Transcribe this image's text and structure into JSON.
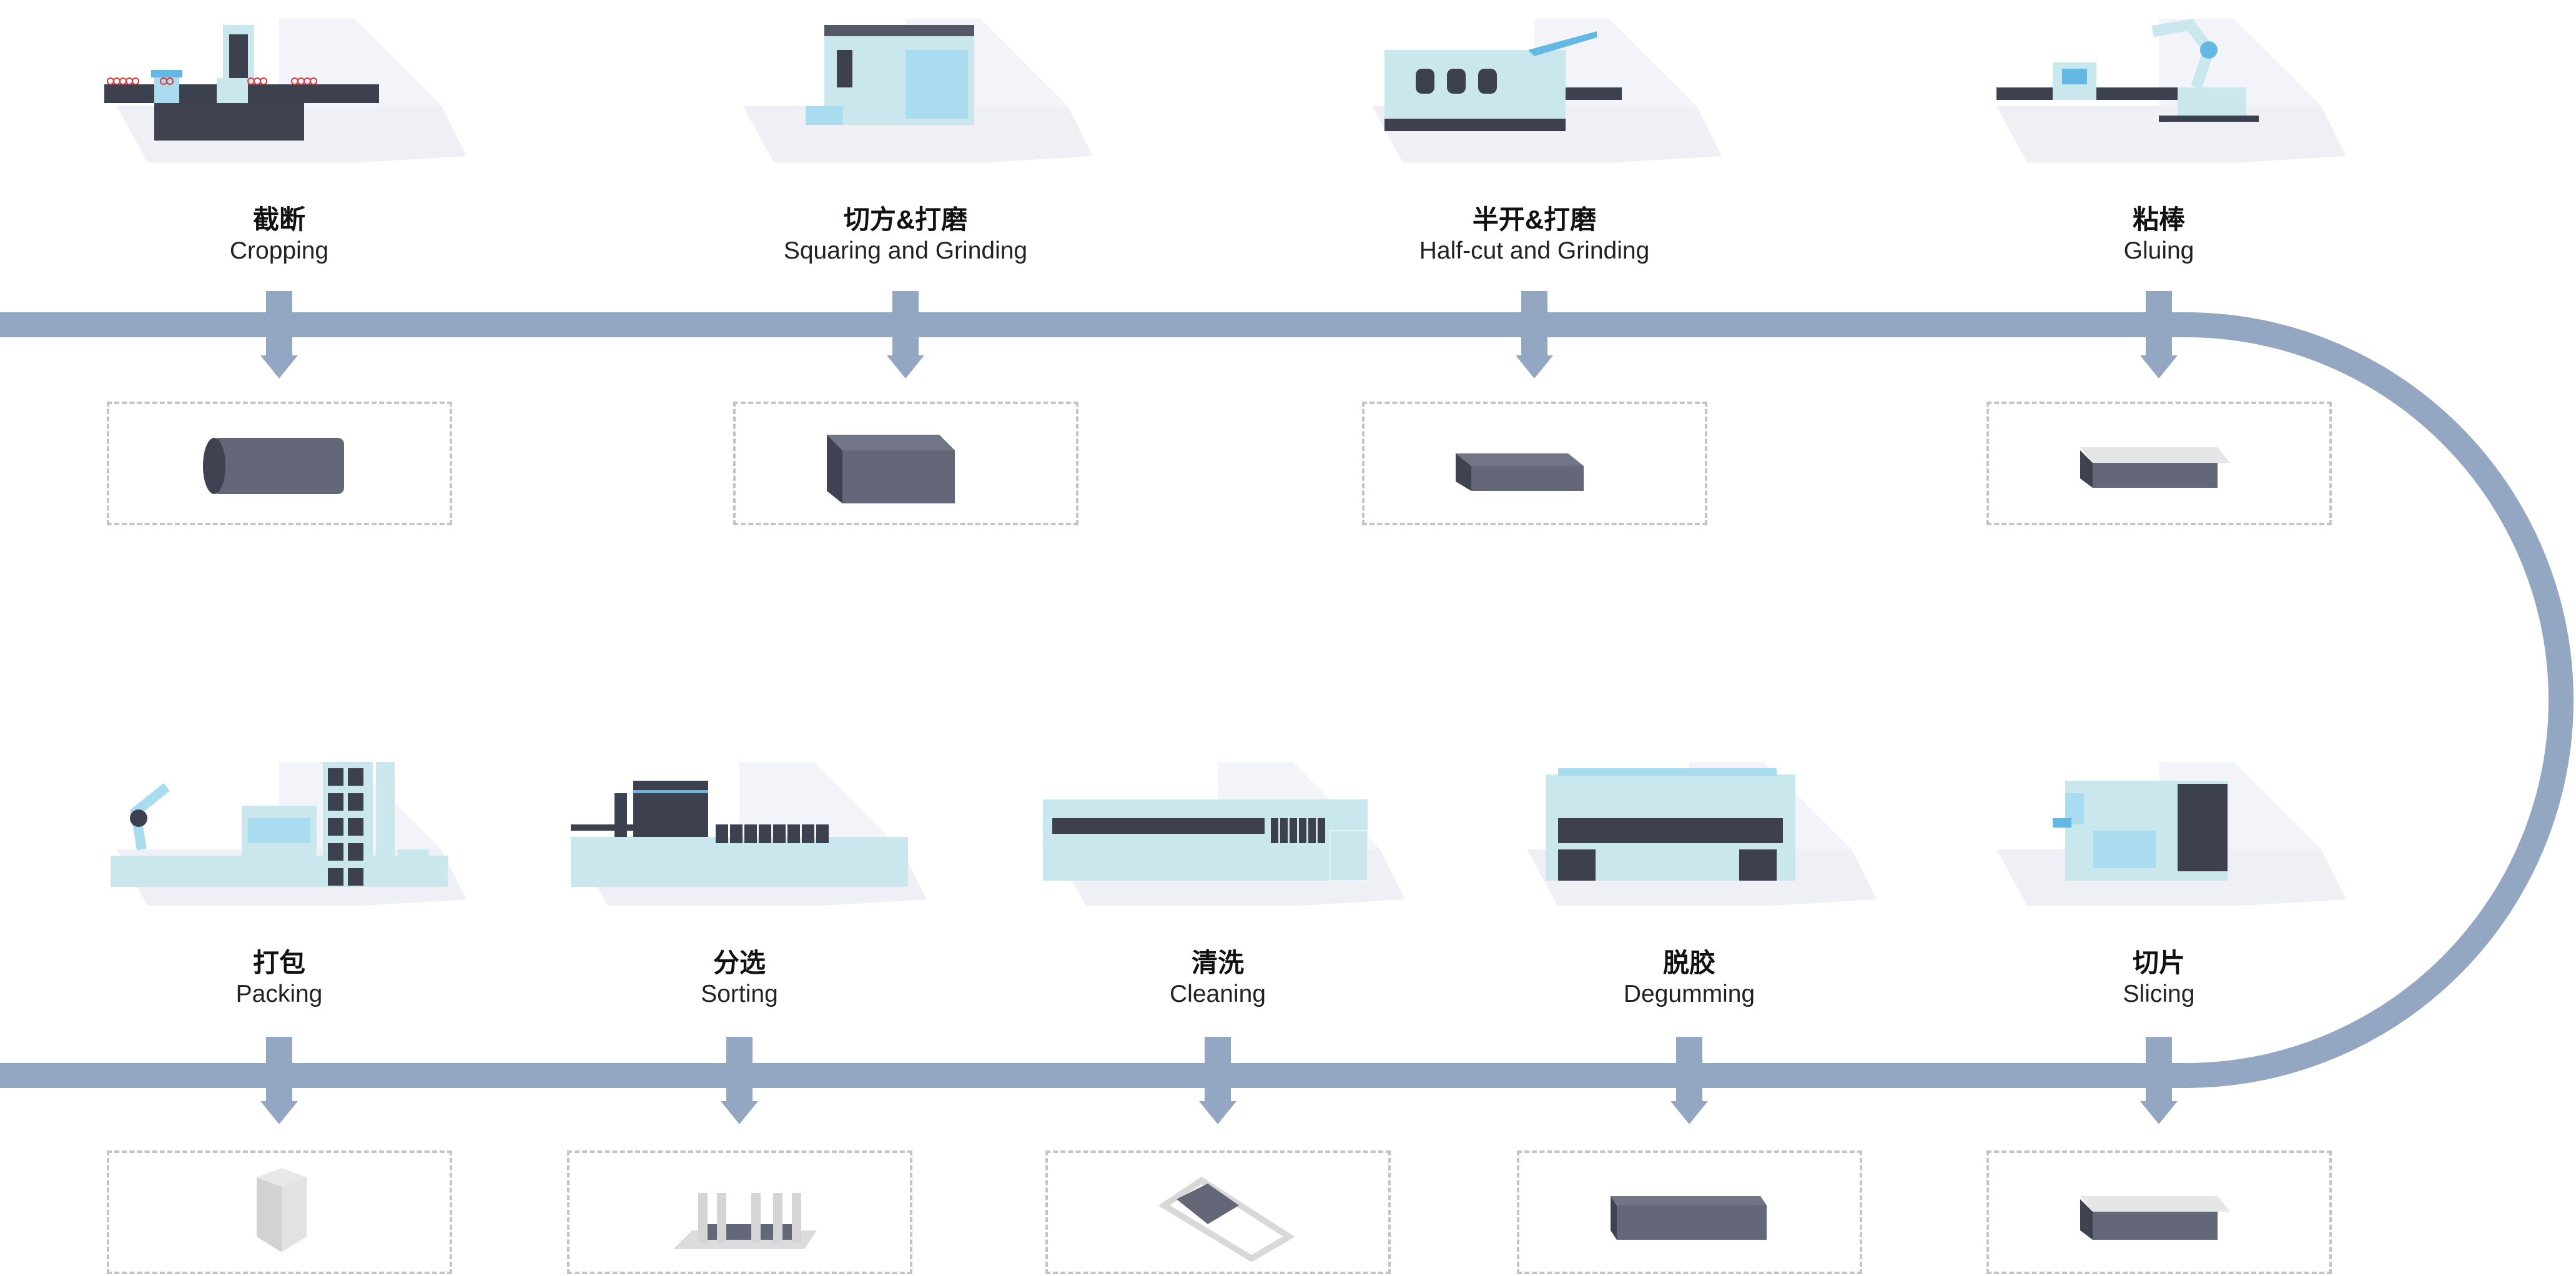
{
  "colors": {
    "track": "#93a7c3",
    "dark": "#3d404e",
    "light": "#cbe7ee",
    "blue": "#63b9e3",
    "product": "#636777",
    "box": "#dcdcdc"
  },
  "top_row": [
    {
      "cn": "截断",
      "en": "Cropping",
      "machine": "cropping-machine-icon",
      "product": "cylinder-ingot-icon"
    },
    {
      "cn": "切方&打磨",
      "en": "Squaring and Grinding",
      "machine": "squaring-machine-icon",
      "product": "square-block-icon"
    },
    {
      "cn": "半开&打磨",
      "en": "Half-cut and Grinding",
      "machine": "half-cut-machine-icon",
      "product": "half-block-icon"
    },
    {
      "cn": "粘棒",
      "en": "Gluing",
      "machine": "gluing-robot-icon",
      "product": "glued-block-icon"
    }
  ],
  "bottom_row": [
    {
      "cn": "打包",
      "en": "Packing",
      "machine": "packing-line-icon",
      "product": "carton-box-icon"
    },
    {
      "cn": "分选",
      "en": "Sorting",
      "machine": "sorting-machine-icon",
      "product": "sorted-wafers-icon"
    },
    {
      "cn": "清洗",
      "en": "Cleaning",
      "machine": "cleaning-line-icon",
      "product": "wafer-rack-icon"
    },
    {
      "cn": "脱胶",
      "en": "Degumming",
      "machine": "degumming-machine-icon",
      "product": "wafer-stack-icon"
    },
    {
      "cn": "切片",
      "en": "Slicing",
      "machine": "slicing-machine-icon",
      "product": "sliced-block-icon"
    }
  ]
}
